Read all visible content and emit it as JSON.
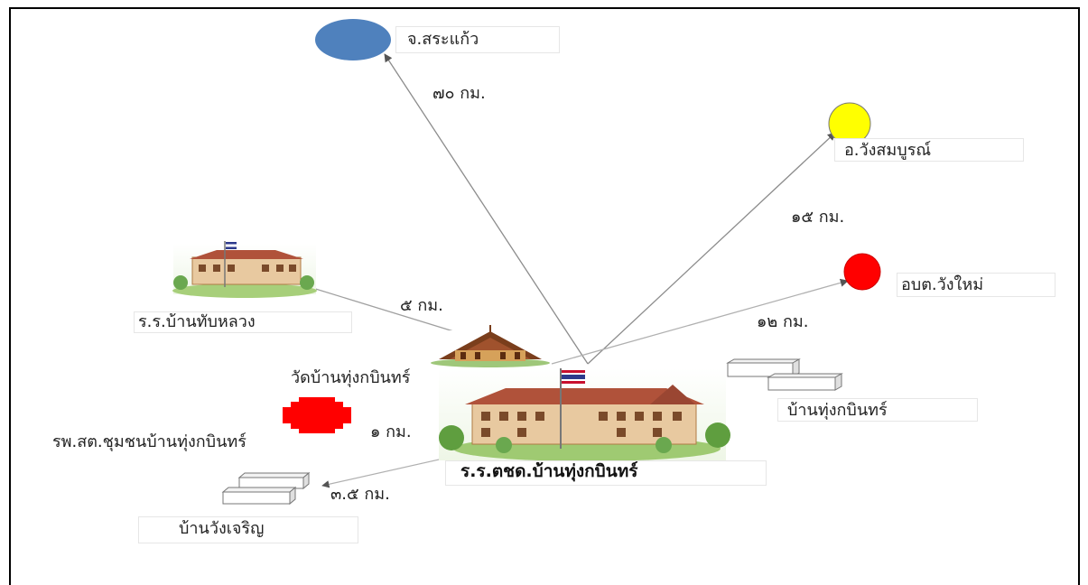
{
  "places": {
    "sakaeo": "จ.สระแก้ว",
    "wang_sombun": "อ.วังสมบูรณ์",
    "obt_wang_mai": "อบต.วังใหม่",
    "school_thap_luang": "ร.ร.บ้านทับหลวง",
    "temple": "วัดบ้านทุ่งกบินทร์",
    "health_center": "รพ.สต.ชุมชนบ้านทุ่งกบินทร์",
    "village_thung_kabin": "บ้านทุ่งกบินทร์",
    "school_main": "ร.ร.ตชด.บ้านทุ่งกบินทร์",
    "village_wang_charoen": "บ้านวังเจริญ"
  },
  "distances": {
    "sakaeo": "๗๐ กม.",
    "wang_sombun": "๑๕ กม.",
    "obt_wang_mai": "๑๒ กม.",
    "school_thap_luang": "๕ กม.",
    "health_center": "๑ กม.",
    "village_wang_charoen": "๓.๕ กม."
  },
  "colors": {
    "sakaeo_marker": "#4f81bd",
    "wang_sombun_marker": "#ffff00",
    "obt_marker": "#ff0000",
    "hospital_cross": "#ff0000",
    "lines": "#8c8c8c"
  },
  "icons": [
    "school-building-image",
    "temple-image",
    "hospital-cross-icon",
    "house-block-icon"
  ]
}
